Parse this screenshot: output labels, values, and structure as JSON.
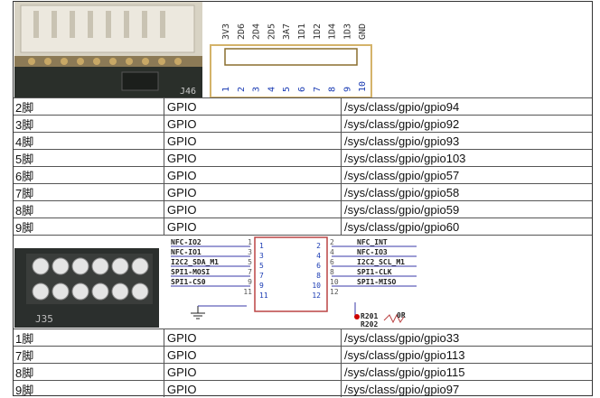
{
  "top_connector": {
    "board_label": "J46",
    "pin_names": [
      "3V3",
      "2D6",
      "2D4",
      "2D5",
      "3A7",
      "1D1",
      "1D2",
      "1D4",
      "1D3",
      "GND"
    ],
    "pin_numbers": [
      "1",
      "2",
      "3",
      "4",
      "5",
      "6",
      "7",
      "8",
      "9",
      "10"
    ]
  },
  "rows_group1": [
    {
      "pin": "2脚",
      "type": "GPIO",
      "path": "/sys/class/gpio/gpio94"
    },
    {
      "pin": "3脚",
      "type": "GPIO",
      "path": "/sys/class/gpio/gpio92"
    },
    {
      "pin": "4脚",
      "type": "GPIO",
      "path": "/sys/class/gpio/gpio93"
    },
    {
      "pin": "5脚",
      "type": "GPIO",
      "path": "/sys/class/gpio/gpio103"
    },
    {
      "pin": "6脚",
      "type": "GPIO",
      "path": "/sys/class/gpio/gpio57"
    },
    {
      "pin": "7脚",
      "type": "GPIO",
      "path": "/sys/class/gpio/gpio58"
    },
    {
      "pin": "8脚",
      "type": "GPIO",
      "path": "/sys/class/gpio/gpio59"
    },
    {
      "pin": "9脚",
      "type": "GPIO",
      "path": "/sys/class/gpio/gpio60"
    }
  ],
  "mid_connector": {
    "board_label": "J35",
    "left_signals": [
      "NFC-IO2",
      "NFC-IO1",
      "I2C2_SDA_M1",
      "SPI1-MOSI",
      "SPI1-CS0"
    ],
    "right_signals": [
      "NFC_INT",
      "NFC-IO3",
      "I2C2_SCL_M1",
      "SPI1-CLK",
      "SPI1-MISO"
    ],
    "left_pins": [
      "1",
      "3",
      "5",
      "7",
      "9",
      "11"
    ],
    "right_pins": [
      "2",
      "4",
      "6",
      "8",
      "10",
      "12"
    ],
    "resistors": [
      "R201",
      "R202"
    ],
    "resistor_value": "0R"
  },
  "rows_group2": [
    {
      "pin": "1脚",
      "type": "GPIO",
      "path": "/sys/class/gpio/gpio33"
    },
    {
      "pin": "7脚",
      "type": "GPIO",
      "path": "/sys/class/gpio/gpio113"
    },
    {
      "pin": "8脚",
      "type": "GPIO",
      "path": "/sys/class/gpio/gpio115"
    },
    {
      "pin": "9脚",
      "type": "GPIO",
      "path": "/sys/class/gpio/gpio97"
    }
  ]
}
